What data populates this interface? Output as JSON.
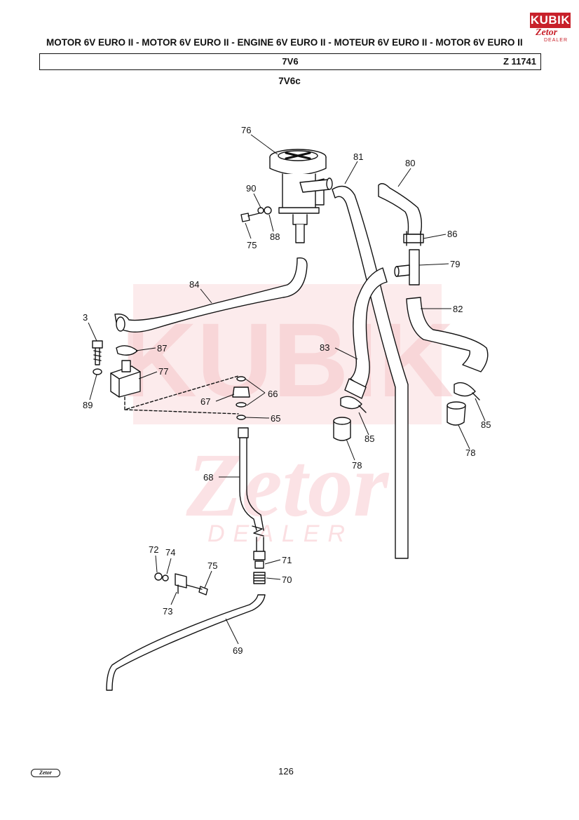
{
  "brand": {
    "logo_text": "KUBIK",
    "logo_sub": "Zetor",
    "logo_dealer": "DEALER",
    "watermark_main": "KUBIK",
    "watermark_sub": "Zetor",
    "watermark_dealer": "DEALER",
    "color": "#c8202a",
    "watermark_color": "#fbe3e4"
  },
  "header": {
    "title": "MOTOR 6V EURO II - MOTOR 6V EURO II - ENGINE 6V EURO II - MOTEUR 6V EURO II - MOTOR 6V EURO II",
    "code": "7V6",
    "reference": "Z 11741",
    "sub_code": "7V6c"
  },
  "callouts": [
    {
      "label": "76"
    },
    {
      "label": "81"
    },
    {
      "label": "80"
    },
    {
      "label": "90"
    },
    {
      "label": "75"
    },
    {
      "label": "88"
    },
    {
      "label": "86"
    },
    {
      "label": "79"
    },
    {
      "label": "84"
    },
    {
      "label": "82"
    },
    {
      "label": "3"
    },
    {
      "label": "87"
    },
    {
      "label": "83"
    },
    {
      "label": "77"
    },
    {
      "label": "66"
    },
    {
      "label": "89"
    },
    {
      "label": "67"
    },
    {
      "label": "65"
    },
    {
      "label": "85"
    },
    {
      "label": "85"
    },
    {
      "label": "78"
    },
    {
      "label": "78"
    },
    {
      "label": "68"
    },
    {
      "label": "72"
    },
    {
      "label": "74"
    },
    {
      "label": "75"
    },
    {
      "label": "71"
    },
    {
      "label": "70"
    },
    {
      "label": "73"
    },
    {
      "label": "69"
    }
  ],
  "footer": {
    "logo_text": "Zetor",
    "page_number": "126"
  }
}
